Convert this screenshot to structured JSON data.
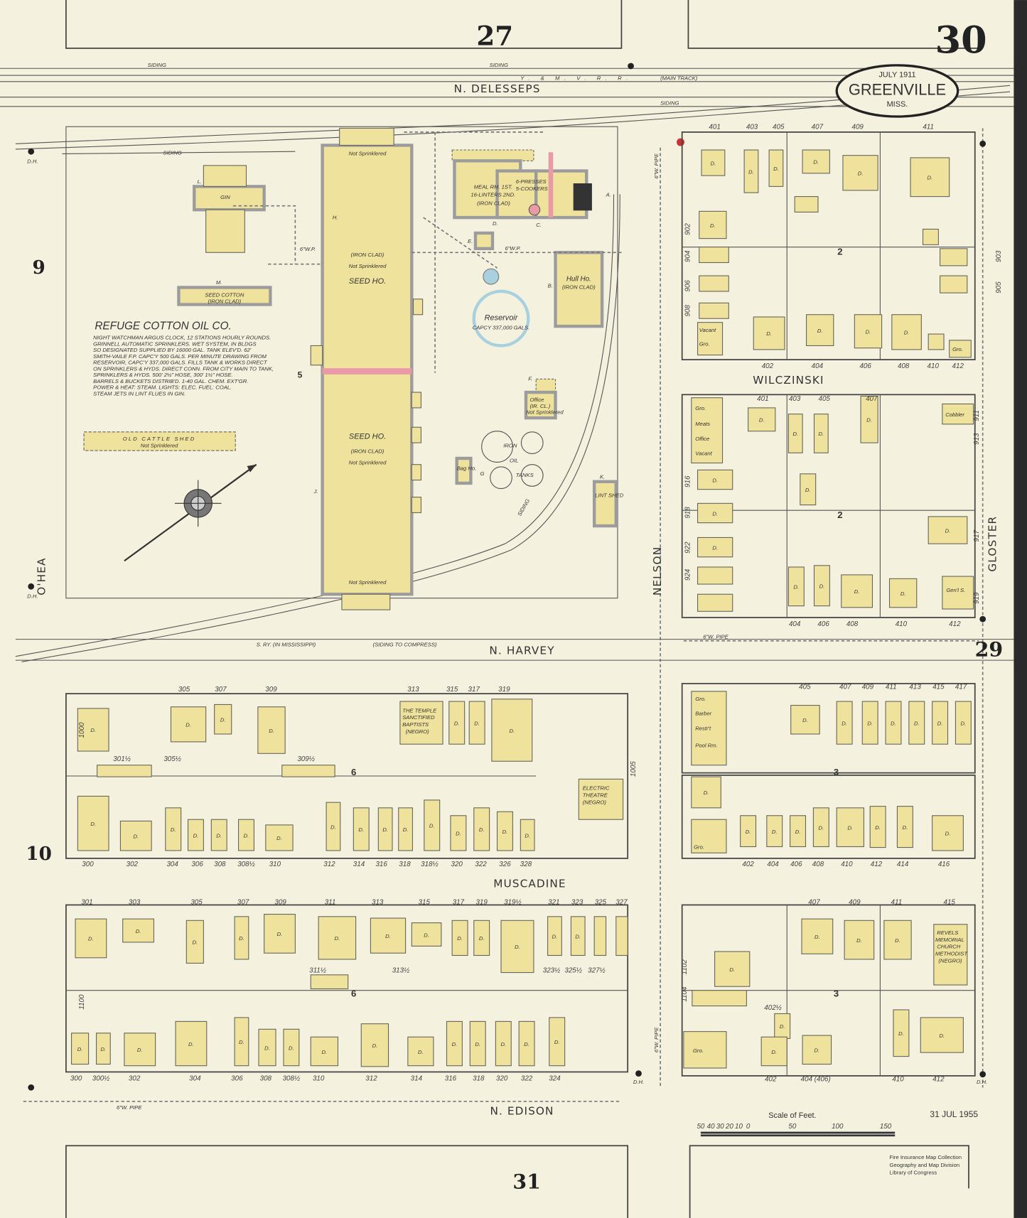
{
  "sheet": {
    "number": "30",
    "adjacent": {
      "north": "27",
      "east": "29",
      "south": "31",
      "west_upper": "9",
      "west_lower": "10"
    }
  },
  "title": {
    "date": "JULY 1911",
    "city": "GREENVILLE",
    "state": "MISS."
  },
  "streets": {
    "north": "N. DELESSEPS",
    "middle": "N. HARVEY",
    "muscadine": "MUSCADINE",
    "south": "N. EDISON",
    "nelson": "NELSON",
    "gloster": "GLOSTER",
    "ohea": "O'HEA",
    "wilczinski": "WILCZINSKI"
  },
  "rail": {
    "siding": "SIDING",
    "main": "Y. & M. V. R. R.",
    "main_track": "(MAIN TRACK)",
    "south_ry": "S. RY. (IN MISSISSIPPI)",
    "compress": "(SIDING TO COMPRESS)"
  },
  "pipes": {
    "w6": "6\"W. PIPE",
    "wp6": "6\"W.P.",
    "dh": "D.H."
  },
  "company": {
    "name": "REFUGE COTTON OIL CO.",
    "notes": [
      "NIGHT WATCHMAN ARGUS CLOCK, 12 STATIONS HOURLY ROUNDS.",
      "GRINNELL AUTOMATIC SPRINKLERS. WET SYSTEM, IN BLDGS",
      "SO DESIGNATED SUPPLIED BY 16000 GAL. TANK ELEV'D. 62'",
      "SMITH-VAILE F.P. CAPC'Y 500 GALS. PER MINUTE DRAWING FROM",
      "RESERVOIR, CAPC'Y 337,000 GALS. FILLS TANK & WORKS DIRECT",
      "ON SPRINKLERS & HYDS. DIRECT CONN. FROM CITY MAIN TO TANK,",
      "SPRINKLERS & HYDS. 500' 2½\" HOSE, 300' 1½\" HOSE.",
      "BARRELS & BUCKETS DISTRIB'D. 1-40 GAL. CHEM. EXT'GR.",
      "POWER & HEAT: STEAM. LIGHTS: ELEC. FUEL: COAL.",
      "STEAM JETS IN LINT FLUES IN GIN."
    ]
  },
  "buildings": {
    "seed_house": "SEED HO.",
    "iron_clad": "(IRON CLAD)",
    "not_sprinklered": "Not Sprinklered",
    "reservoir": "Reservoir",
    "reservoir_cap": "CAPCY 337,000 GALS.",
    "hull_house": "Hull Ho.",
    "office": "Office",
    "office_sub": "(IR. CL.)",
    "tanks": [
      "IRON",
      "OIL",
      "TANKS"
    ],
    "cattle_shed": "OLD CATTLE SHED",
    "seed_cotton": "SEED COTTON",
    "gin": "GIN",
    "meal_room": "MEAL RM. 1ST.",
    "linters": "16-LINTERS 2ND.",
    "presses": "6-PRESSES",
    "cookers": "5-COOKERS",
    "lint_shed": "LINT SHED",
    "bag_house": "Bag Ho.",
    "temple": [
      "THE TEMPLE",
      "SANCTIFIED",
      "BAPTISTS",
      "(NEGRO)"
    ],
    "theatre": [
      "ELECTRIC",
      "THEATRE",
      "(NEGRO)"
    ],
    "church": [
      "REVELS",
      "MEMORIAL",
      "CHURCH",
      "METHODIST",
      "(NEGRO)"
    ],
    "stores_a": [
      "Gro.",
      "Meats",
      "Office",
      "Vacant"
    ],
    "stores_b": [
      "Gro.",
      "Barber",
      "Restr't",
      "Pool Rm."
    ],
    "misc": {
      "cobbler": "Cobbler",
      "genl": "Gen'l S.",
      "vacant": "Vacant",
      "gro": "Gro."
    },
    "letters": [
      "A.",
      "B.",
      "C.",
      "D.",
      "E.",
      "F.",
      "G",
      "H.",
      "J.",
      "K.",
      "L.",
      "M."
    ]
  },
  "legend": {
    "dwelling": "D."
  },
  "block_numbers": [
    "2",
    "2",
    "3",
    "3",
    "5",
    "6",
    "6"
  ],
  "addresses": {
    "ne_top": [
      "401",
      "403",
      "405",
      "407",
      "409",
      "411"
    ],
    "ne_bottom": [
      "402",
      "404",
      "406",
      "408",
      "410",
      "412"
    ],
    "ne_east": [
      "903",
      "905"
    ],
    "ne_west": [
      "902",
      "904",
      "906",
      "908"
    ],
    "e2_top": [
      "401",
      "403",
      "405",
      "407"
    ],
    "e2_bottom": [
      "404",
      "406",
      "408",
      "410",
      "412"
    ],
    "e2_west": [
      "916",
      "918",
      "922",
      "924"
    ],
    "e2_east": [
      "911",
      "913",
      "917",
      "919"
    ],
    "sw1_top": [
      "305",
      "307",
      "309",
      "313",
      "315",
      "317",
      "319"
    ],
    "sw1_mid": [
      "301½",
      "305½",
      "309½"
    ],
    "sw1_bottom": [
      "300",
      "302",
      "304",
      "306",
      "308",
      "308½",
      "310",
      "312",
      "314",
      "316",
      "318",
      "318½",
      "320",
      "322",
      "326",
      "328"
    ],
    "sw2_top": [
      "301",
      "303",
      "305",
      "307",
      "309",
      "311",
      "313",
      "315",
      "317",
      "319",
      "319½",
      "321",
      "323",
      "325",
      "327"
    ],
    "sw2_mid": [
      "311½",
      "313½",
      "323½",
      "325½",
      "327½"
    ],
    "sw2_bottom": [
      "300",
      "300½",
      "302",
      "304",
      "306",
      "308",
      "308½",
      "310",
      "312",
      "314",
      "316",
      "318",
      "320",
      "322",
      "324"
    ],
    "se1_top": [
      "405",
      "407",
      "409",
      "411",
      "413",
      "415",
      "417"
    ],
    "se1_bottom": [
      "402",
      "404",
      "406",
      "408",
      "410",
      "412",
      "414",
      "416"
    ],
    "se2_top": [
      "407",
      "409",
      "411",
      "415"
    ],
    "se2_bottom": [
      "402",
      "404 (406)",
      "410",
      "412"
    ],
    "se2_mid": "402½",
    "side": [
      "1000",
      "1005",
      "1100",
      "1102",
      "1104"
    ]
  },
  "scale": {
    "title": "Scale of Feet.",
    "ticks": [
      "50",
      "40",
      "30",
      "20",
      "10",
      "0",
      "50",
      "100",
      "150"
    ]
  },
  "stamp": {
    "date": "31 JUL 1955"
  },
  "library_stamp": [
    "Fire Insurance Map Collection",
    "Geography and Map Division",
    "Library of Congress"
  ],
  "colors": {
    "paper": "#f4f1df",
    "frame_building": "#efe29c",
    "iron_clad": "#9c9c9c",
    "fire_wall": "#e99aa6",
    "water": "#a8d0de",
    "stamp": "#d98a9a"
  }
}
